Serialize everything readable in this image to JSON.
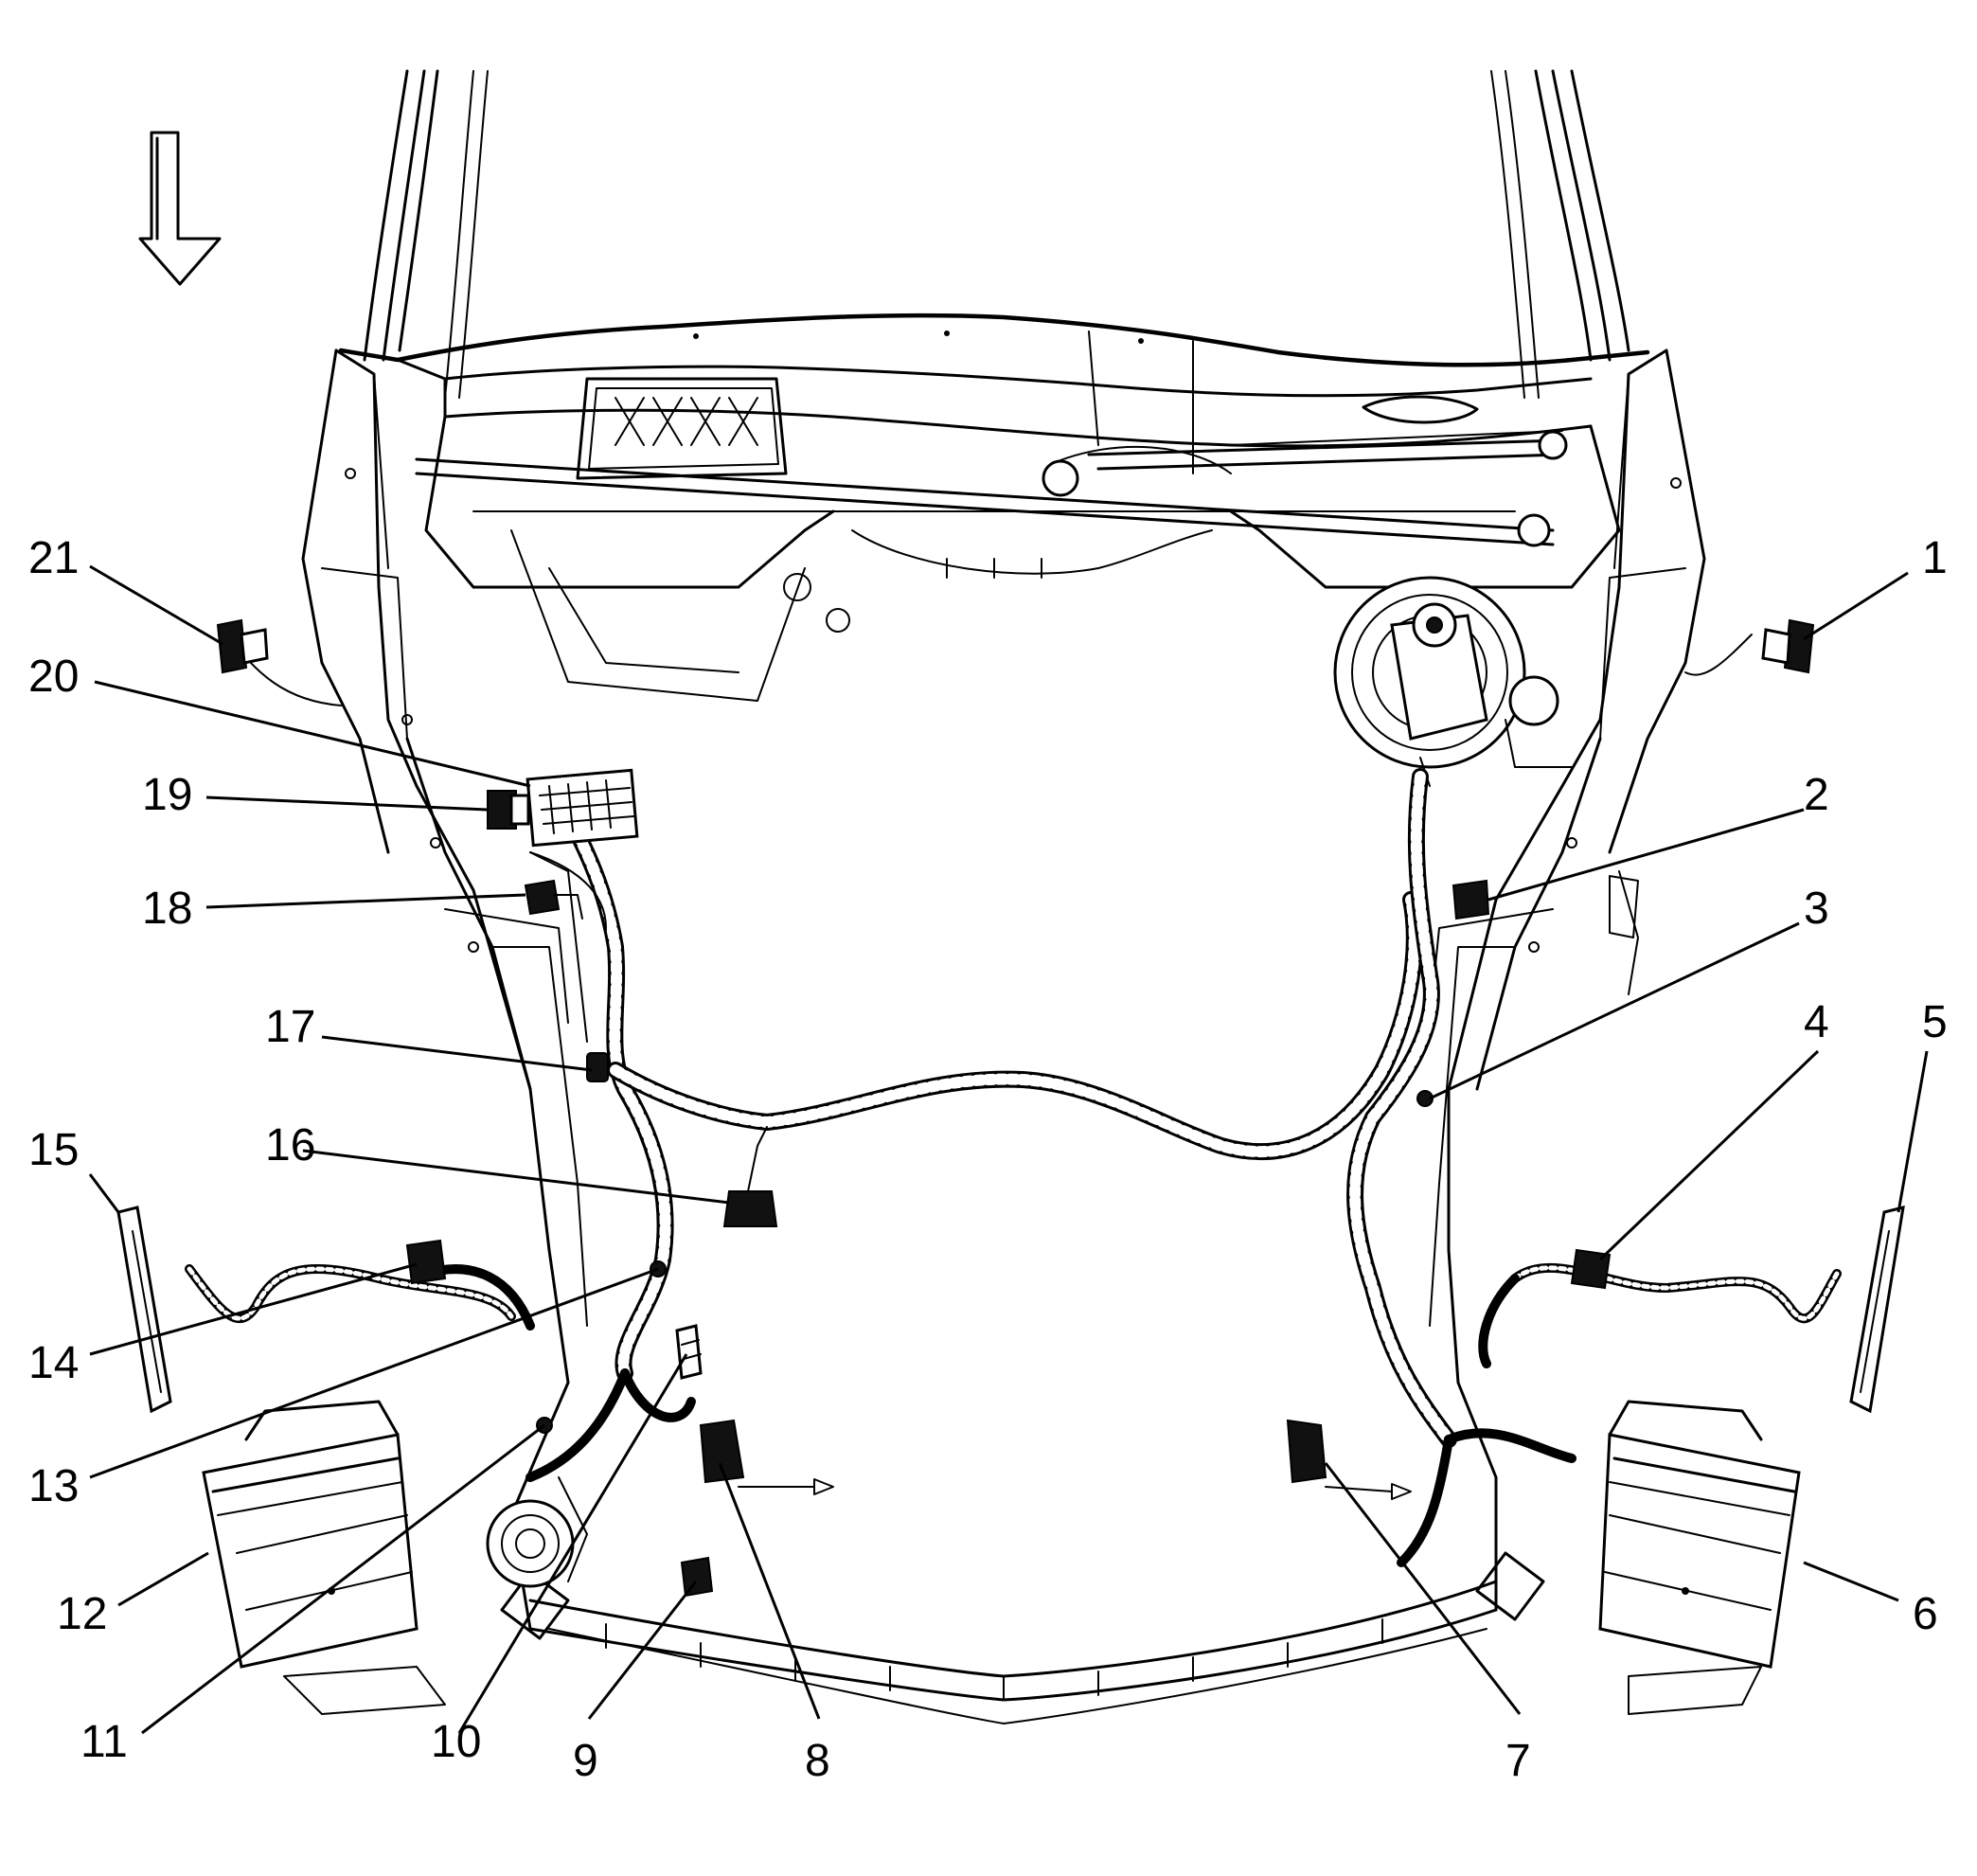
{
  "figure": {
    "callouts": [
      "1",
      "2",
      "3",
      "4",
      "5",
      "6",
      "7",
      "8",
      "9",
      "10",
      "11",
      "12",
      "13",
      "14",
      "15",
      "16",
      "17",
      "18",
      "19",
      "20",
      "21"
    ],
    "direction_arrow": "down-arrow-icon"
  }
}
